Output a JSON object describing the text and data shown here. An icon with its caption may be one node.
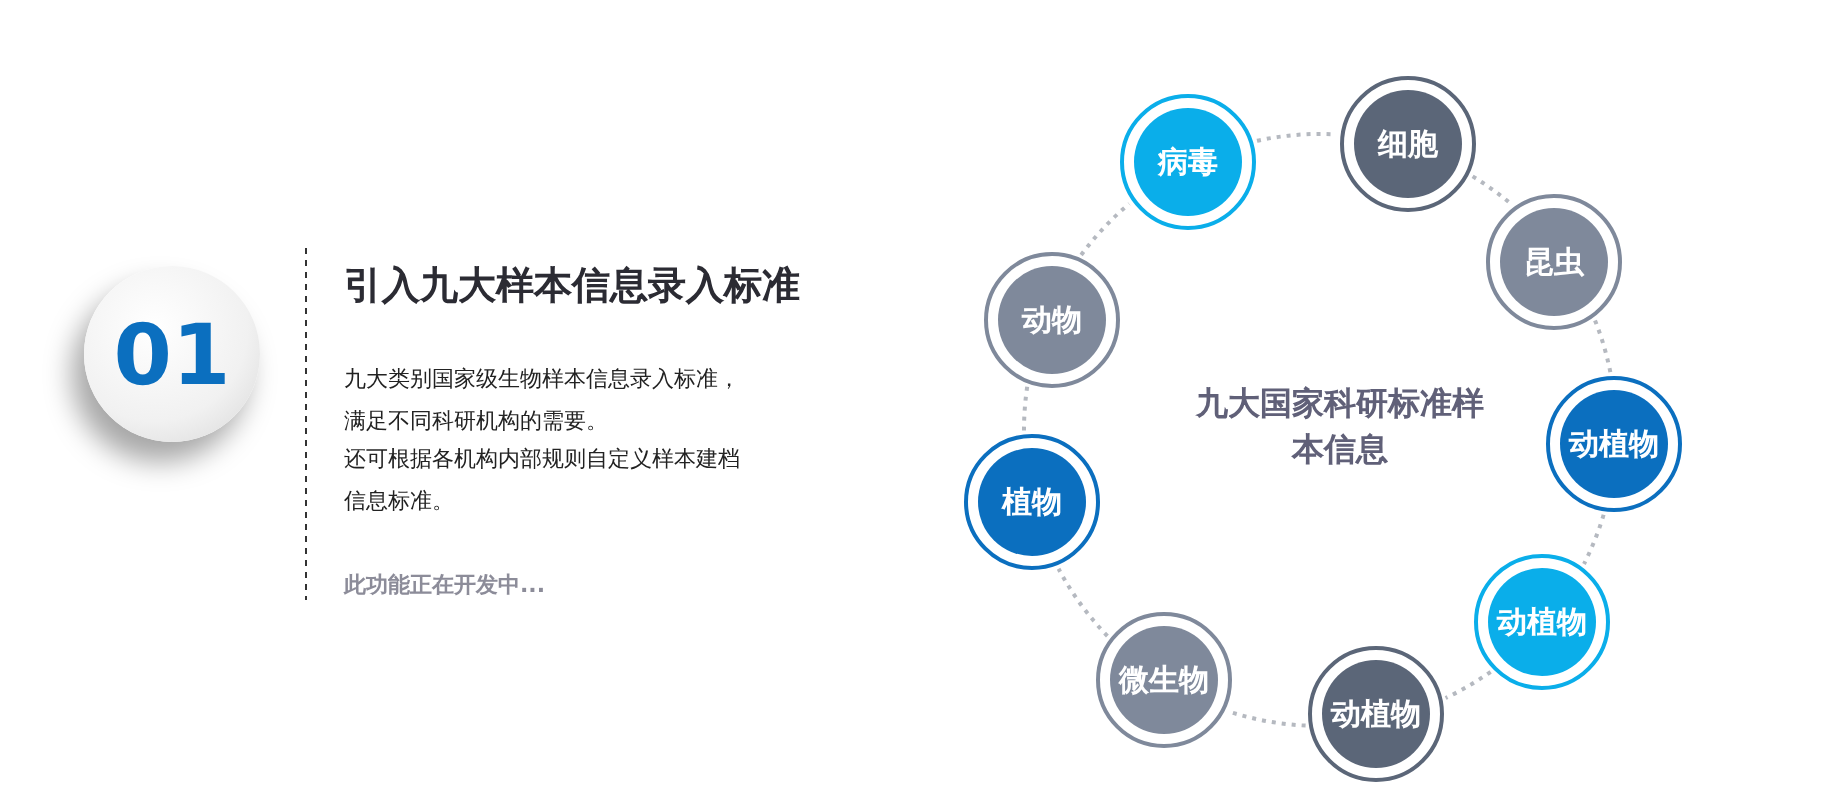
{
  "diagram": {
    "nodes": [
      {
        "text": [
          "01"
        ]
      },
      {
        "text": [
          "病毒"
        ]
      },
      {
        "text": [
          "细胞"
        ]
      },
      {
        "text": [
          "昆虫"
        ]
      },
      {
        "text": [
          "动植物"
        ]
      },
      {
        "text": [
          "动植物"
        ]
      },
      {
        "text": [
          "动植物"
        ]
      },
      {
        "text": [
          "微生物"
        ]
      },
      {
        "text": [
          "植物"
        ]
      },
      {
        "text": [
          "动物"
        ]
      }
    ],
    "edges": [
      {
        "from": 1,
        "to": 2,
        "arrow": "none",
        "style": "dashed"
      },
      {
        "from": 2,
        "to": 3,
        "arrow": "none",
        "style": "dashed"
      },
      {
        "from": 3,
        "to": 4,
        "arrow": "none",
        "style": "dashed"
      },
      {
        "from": 4,
        "to": 5,
        "arrow": "none",
        "style": "dashed"
      },
      {
        "from": 5,
        "to": 6,
        "arrow": "none",
        "style": "dashed"
      },
      {
        "from": 6,
        "to": 7,
        "arrow": "none",
        "style": "dashed"
      },
      {
        "from": 7,
        "to": 8,
        "arrow": "none",
        "style": "dashed"
      },
      {
        "from": 8,
        "to": 9,
        "arrow": "none",
        "style": "dashed"
      },
      {
        "from": 9,
        "to": 1,
        "arrow": "none",
        "style": "dashed"
      }
    ],
    "labels": [
      "引入九大样本信息录入标准",
      "九大类别国家级生物样本信息录入标准，满足不同科研机构的需要。",
      "还可根据各机构内部规则自定义样本建档信息标准。",
      "此功能正在开发中...",
      "九大国家科研标准样本信息"
    ]
  }
}
